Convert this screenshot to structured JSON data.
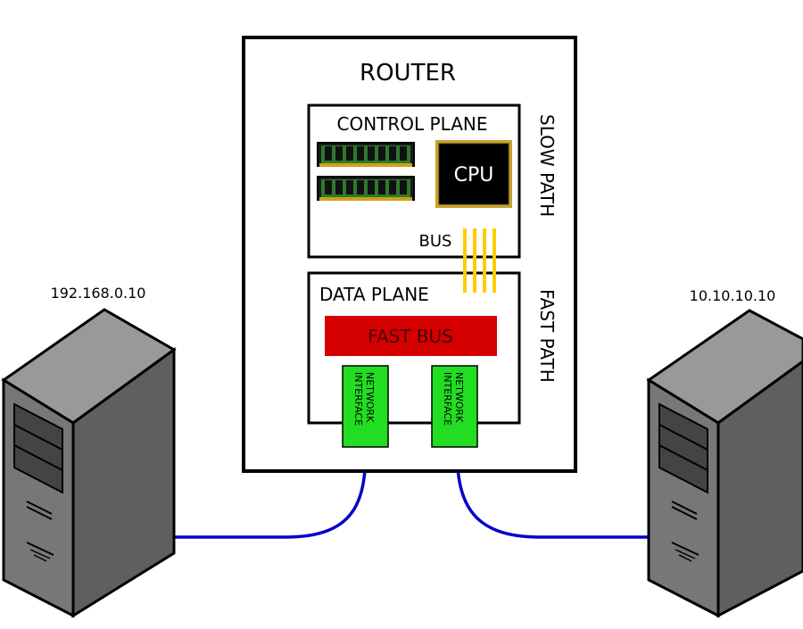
{
  "router": {
    "title": "ROUTER",
    "control_plane": {
      "title": "CONTROL PLANE",
      "cpu_label": "CPU",
      "bus_label": "BUS"
    },
    "data_plane": {
      "title": "DATA PLANE",
      "fast_bus_label": "FAST BUS",
      "interfaces": [
        {
          "label_line1": "NETWORK",
          "label_line2": "INTERFACE"
        },
        {
          "label_line1": "NETWORK",
          "label_line2": "INTERFACE"
        }
      ]
    },
    "side_labels": {
      "slow_path": "SLOW PATH",
      "fast_path": "FAST PATH"
    }
  },
  "hosts": [
    {
      "ip": "192.168.0.10"
    },
    {
      "ip": "10.10.10.10"
    }
  ],
  "colors": {
    "fast_bus": "#d40000",
    "network_interface": "#22dd22",
    "bus_lines": "#ffcc00",
    "cables": "#0000cc",
    "server_front": "#777777",
    "server_side": "#5f5f5f",
    "server_top": "#999999"
  }
}
